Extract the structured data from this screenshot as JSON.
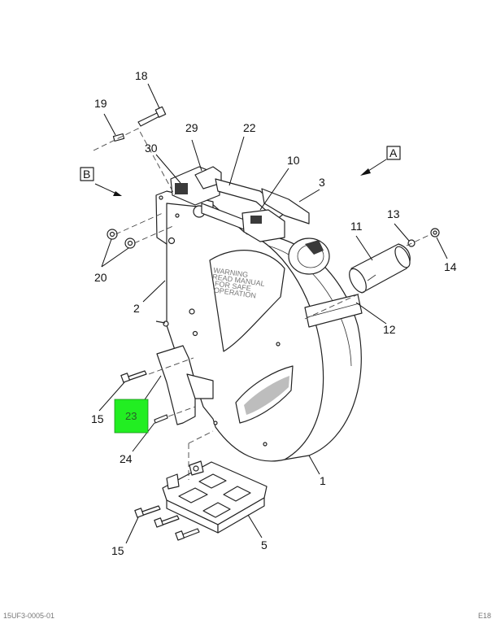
{
  "callouts": {
    "c1": "1",
    "c2": "2",
    "c3": "3",
    "c5": "5",
    "c10": "10",
    "c11": "11",
    "c12": "12",
    "c13": "13",
    "c14": "14",
    "c15a": "15",
    "c15b": "15",
    "c18": "18",
    "c19": "19",
    "c20": "20",
    "c22": "22",
    "c23": "23",
    "c24": "24",
    "c29": "29",
    "c30": "30"
  },
  "view_markers": {
    "a": "A",
    "b": "B"
  },
  "highlight": {
    "color": "#22ee22",
    "label": "23"
  },
  "plate_text": [
    "WARNING",
    "READ MANUAL",
    "FOR SAFE",
    "OPERATION"
  ],
  "footer": {
    "left": "15UF3-0005-01",
    "right": "E18"
  }
}
